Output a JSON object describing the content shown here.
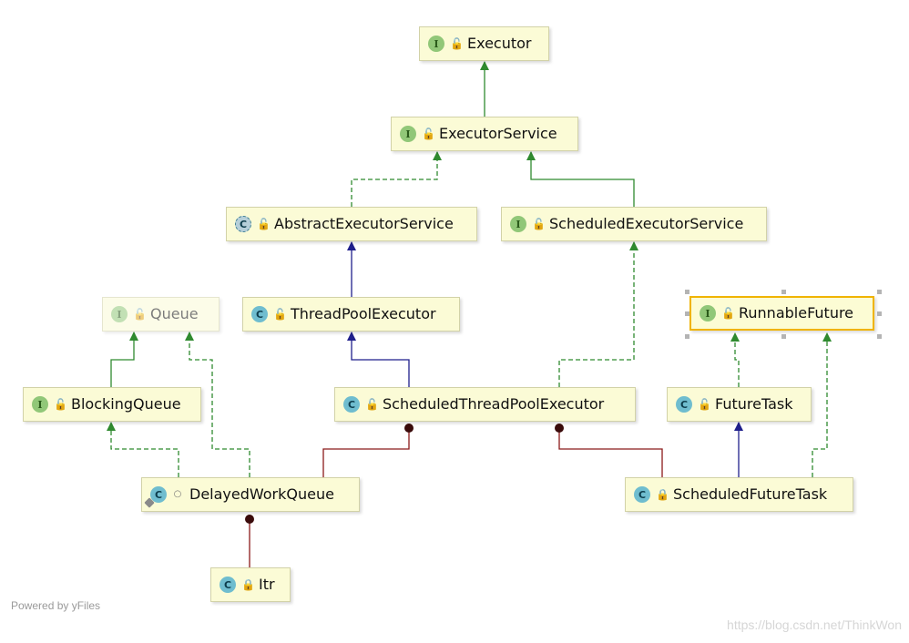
{
  "nodes": {
    "executor": {
      "label": "Executor",
      "kind": "I",
      "vis": "public"
    },
    "executor_service": {
      "label": "ExecutorService",
      "kind": "I",
      "vis": "public"
    },
    "abstract_executor_service": {
      "label": "AbstractExecutorService",
      "kind": "C",
      "vis": "public",
      "abstract": true
    },
    "scheduled_executor_service": {
      "label": "ScheduledExecutorService",
      "kind": "I",
      "vis": "public"
    },
    "queue": {
      "label": "Queue",
      "kind": "I",
      "vis": "public",
      "dimmed": true
    },
    "thread_pool_executor": {
      "label": "ThreadPoolExecutor",
      "kind": "C",
      "vis": "public"
    },
    "runnable_future": {
      "label": "RunnableFuture",
      "kind": "I",
      "vis": "public",
      "selected": true
    },
    "blocking_queue": {
      "label": "BlockingQueue",
      "kind": "I",
      "vis": "public"
    },
    "scheduled_thread_pool_executor": {
      "label": "ScheduledThreadPoolExecutor",
      "kind": "C",
      "vis": "public"
    },
    "future_task": {
      "label": "FutureTask",
      "kind": "C",
      "vis": "public"
    },
    "delayed_work_queue": {
      "label": "DelayedWorkQueue",
      "kind": "C",
      "vis": "package",
      "inner": true
    },
    "scheduled_future_task": {
      "label": "ScheduledFutureTask",
      "kind": "C",
      "vis": "private"
    },
    "itr": {
      "label": "Itr",
      "kind": "C",
      "vis": "private"
    }
  },
  "edges": [
    {
      "from": "executor_service",
      "to": "executor",
      "type": "interface-extends"
    },
    {
      "from": "abstract_executor_service",
      "to": "executor_service",
      "type": "implements"
    },
    {
      "from": "scheduled_executor_service",
      "to": "executor_service",
      "type": "interface-extends"
    },
    {
      "from": "thread_pool_executor",
      "to": "abstract_executor_service",
      "type": "class-extends"
    },
    {
      "from": "scheduled_thread_pool_executor",
      "to": "thread_pool_executor",
      "type": "class-extends"
    },
    {
      "from": "scheduled_thread_pool_executor",
      "to": "scheduled_executor_service",
      "type": "implements"
    },
    {
      "from": "blocking_queue",
      "to": "queue",
      "type": "interface-extends"
    },
    {
      "from": "delayed_work_queue",
      "to": "blocking_queue",
      "type": "implements"
    },
    {
      "from": "delayed_work_queue",
      "to": "queue",
      "type": "implements"
    },
    {
      "from": "future_task",
      "to": "runnable_future",
      "type": "implements"
    },
    {
      "from": "scheduled_future_task",
      "to": "future_task",
      "type": "class-extends"
    },
    {
      "from": "scheduled_future_task",
      "to": "runnable_future",
      "type": "implements"
    },
    {
      "from": "delayed_work_queue",
      "to": "scheduled_thread_pool_executor",
      "type": "inner-class"
    },
    {
      "from": "scheduled_future_task",
      "to": "scheduled_thread_pool_executor",
      "type": "inner-class"
    },
    {
      "from": "itr",
      "to": "delayed_work_queue",
      "type": "inner-class"
    }
  ],
  "colors": {
    "interface_extends": "#2f8a2f",
    "implements": "#2f8a2f",
    "class_extends": "#1f1f8c",
    "inner_class": "#8b1a1a",
    "inner_dot": "#3a0b0b"
  },
  "footer": {
    "powered_by": "Powered by yFiles",
    "watermark": "https://blog.csdn.net/ThinkWon"
  }
}
